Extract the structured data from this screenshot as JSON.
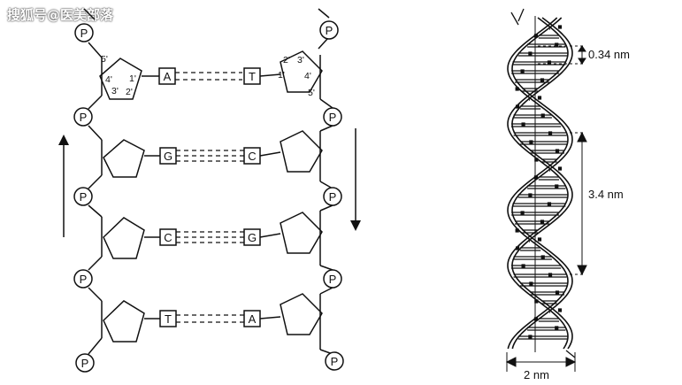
{
  "watermark": "搜狐号@医美部落",
  "phosphate_label": "P",
  "base_pairs": [
    {
      "left": "A",
      "right": "T",
      "bonds": 2
    },
    {
      "left": "G",
      "right": "C",
      "bonds": 3
    },
    {
      "left": "C",
      "right": "G",
      "bonds": 3
    },
    {
      "left": "T",
      "right": "A",
      "bonds": 2
    }
  ],
  "carbon_labels_left": [
    "5'",
    "4'",
    "1'",
    "3'",
    "2'"
  ],
  "carbon_labels_right": [
    "2'",
    "3'",
    "1'",
    "4'",
    "5'"
  ],
  "helix": {
    "rise_label": "0.34 nm",
    "pitch_label": "3.4 nm",
    "width_label": "2 nm"
  },
  "colors": {
    "ink": "#111111",
    "background": "#ffffff"
  }
}
